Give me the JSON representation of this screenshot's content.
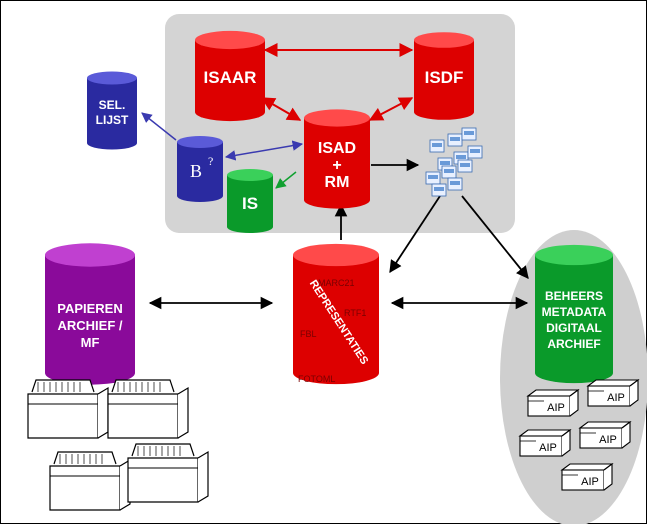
{
  "colors": {
    "red": "#dd0000",
    "red_top": "#ff4a4a",
    "blue": "#2a2aa0",
    "blue_top": "#5a5ad8",
    "green": "#0a9a2a",
    "green_top": "#3ad05a",
    "purple": "#8a0a9a",
    "purple_top": "#c040d0",
    "panel": "#d4d4d4",
    "ellipse": "#cfcfcf"
  },
  "cylinders": {
    "isaar": "ISAAR",
    "isdf": "ISDF",
    "isad": [
      "ISAD",
      "+",
      "RM"
    ],
    "sel_lijst": [
      "SEL.",
      "LIJST"
    ],
    "b": "B",
    "b_sup": "?",
    "is": "IS",
    "papieren": [
      "PAPIEREN",
      "ARCHIEF /",
      "MF"
    ],
    "beheers": [
      "BEHEERS",
      "METADATA",
      "DIGITAAL",
      "ARCHIEF"
    ]
  },
  "representaties": {
    "title": "REPRESENTATIES",
    "faint_items": [
      "MARC21",
      "FOTOML",
      "RTF1",
      "FBL"
    ]
  },
  "aip_label": "AIP"
}
